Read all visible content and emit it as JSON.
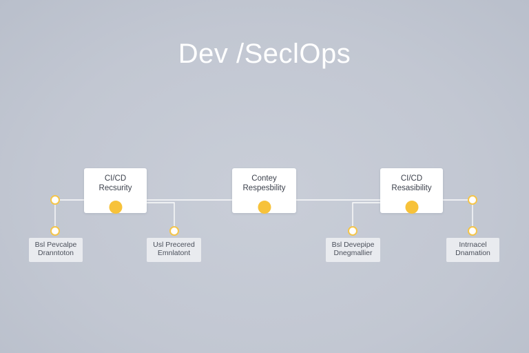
{
  "diagram": {
    "title": "Dev /SeclOps",
    "cards": [
      {
        "id": "card-1",
        "line1": "CI/CD",
        "line2": "Recsurity"
      },
      {
        "id": "card-2",
        "line1": "Contey",
        "line2": "Respesbility"
      },
      {
        "id": "card-3",
        "line1": "CI/CD",
        "line2": "Resasibility"
      }
    ],
    "sub_nodes": [
      {
        "id": "sub-1",
        "line1": "Bsl Pevcalpe",
        "line2": "Dranntoton"
      },
      {
        "id": "sub-2",
        "line1": "Usl Precered",
        "line2": "Emnlatont"
      },
      {
        "id": "sub-3",
        "line1": "Bsl Devepipe",
        "line2": "Dnegmallier"
      },
      {
        "id": "sub-4",
        "line1": "Intrnacel",
        "line2": "Dnamation"
      }
    ],
    "colors": {
      "background": "#c4c9d4",
      "accent": "#f7c23a",
      "connector": "#ffffff",
      "card": "#ffffff",
      "sub_node": "#e9ebef"
    }
  }
}
